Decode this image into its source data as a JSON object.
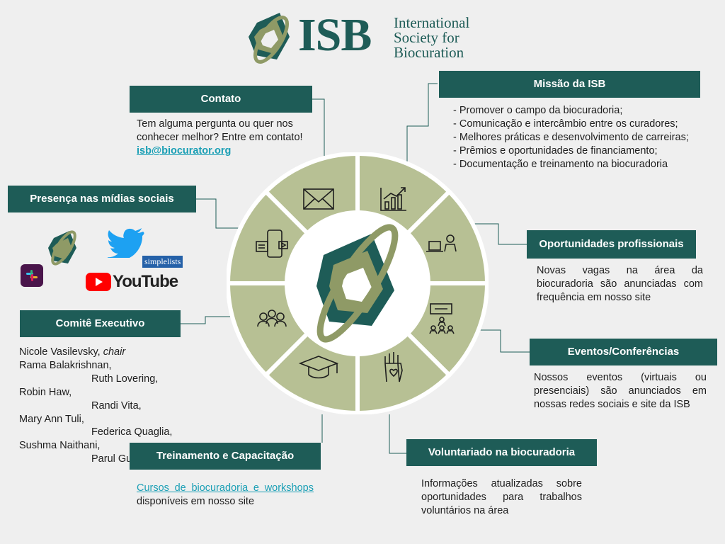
{
  "brand": {
    "abbrev": "ISB",
    "name_lines": [
      "International",
      "Society for",
      "Biocuration"
    ]
  },
  "colors": {
    "header_bg": "#1e5c57",
    "wheel_fill": "#b7c094",
    "link": "#1a9fb5",
    "background": "#efefef"
  },
  "sections": {
    "missao": {
      "title": "Missão da ISB",
      "lines": [
        "- Promover o campo da biocuradoria;",
        "- Comunicação e intercâmbio entre os curadores;",
        "- Melhores práticas e desenvolvimento de carreiras;",
        "- Prêmios e oportunidades de financiamento;",
        "- Documentação e treinamento na biocuradoria"
      ]
    },
    "contato": {
      "title": "Contato",
      "text": "Tem alguma pergunta ou quer nos conhecer melhor? Entre em contato!",
      "email": "isb@biocurator.org"
    },
    "midias": {
      "title": "Presença nas mídias sociais",
      "simplelists": "simplelists",
      "youtube": "YouTube"
    },
    "oportunidades": {
      "title": "Oportunidades profissionais",
      "text": "Novas vagas na área da biocuradoria são anunciadas com frequência em nosso site"
    },
    "comite": {
      "title": "Comitê Executivo",
      "members": [
        {
          "name": "Nicole Vasilevsky,",
          "role": "chair"
        },
        {
          "name": "Rama Balakrishnan,"
        },
        {
          "name": "Ruth Lovering,"
        },
        {
          "name": "Robin Haw,"
        },
        {
          "name": "Randi Vita,"
        },
        {
          "name": "Mary Ann Tuli,"
        },
        {
          "name": "Federica Quaglia,"
        },
        {
          "name": "Sushma Naithani,"
        },
        {
          "name": "Parul Gupta"
        }
      ]
    },
    "eventos": {
      "title": "Eventos/Conferências",
      "text": "Nossos eventos (virtuais ou presenciais) são anunciados em nossas redes sociais e site da ISB"
    },
    "treinamento": {
      "title": "Treinamento e Capacitação",
      "link": "Cursos de biocuradoria e workshops",
      "text": " disponíveis em nosso site"
    },
    "voluntariado": {
      "title": "Voluntariado na biocuradoria",
      "text": "Informações atualizadas sobre oportunidades para trabalhos voluntários na área"
    }
  },
  "wheel_icons": [
    "envelope-icon",
    "growth-chart-icon",
    "laptop-user-icon",
    "conference-icon",
    "raised-hand-heart-icon",
    "graduation-cap-icon",
    "group-icon",
    "devices-icon"
  ]
}
